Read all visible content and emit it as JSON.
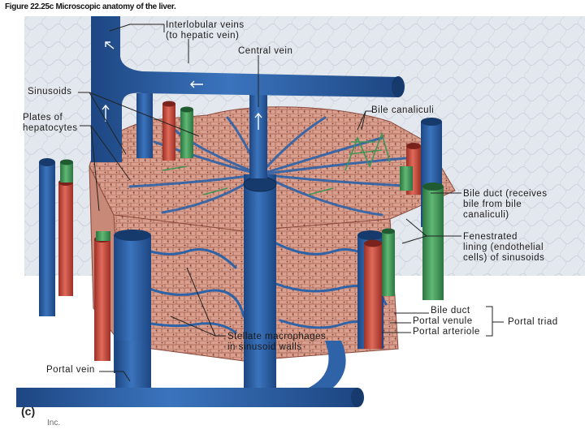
{
  "figure": {
    "title": "Figure 22.25c Microscopic anatomy of the liver.",
    "part_label": "(c)",
    "credit": "Inc."
  },
  "labels": {
    "interlobular_veins": [
      "Interlobular veins",
      "(to hepatic vein)"
    ],
    "central_vein": "Central vein",
    "sinusoids": "Sinusoids",
    "plates_of_hepatocytes": [
      "Plates of",
      "hepatocytes"
    ],
    "bile_canaliculi": "Bile canaliculi",
    "bile_duct_receives": [
      "Bile duct (receives",
      "bile from bile",
      "canaliculi)"
    ],
    "fenestrated_lining": [
      "Fenestrated",
      "lining (endothelial",
      "cells) of sinusoids"
    ],
    "bile_duct": "Bile duct",
    "portal_venule": "Portal venule",
    "portal_arteriole": "Portal arteriole",
    "portal_triad": "Portal triad",
    "stellate_macrophages": [
      "Stellate macrophages",
      "in sinusoid walls"
    ],
    "portal_vein": "Portal vein"
  },
  "colors": {
    "vein_blue": "#2e63a8",
    "vein_dark": "#1d4682",
    "artery_red": "#c8463a",
    "bile_green": "#3f9455",
    "hepatocyte_tan": "#d9a08f",
    "hepatocyte_line": "#a35d4d",
    "background_tissue": "#dde2ea"
  }
}
